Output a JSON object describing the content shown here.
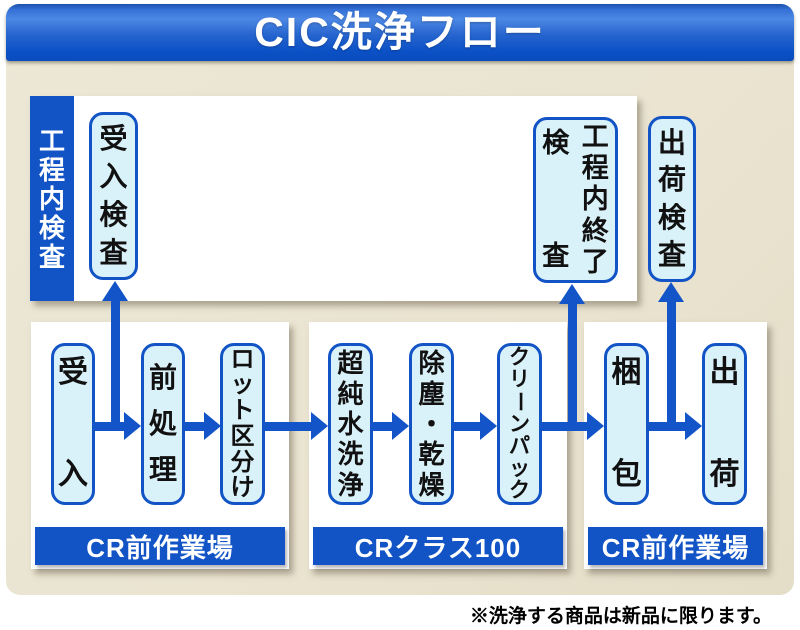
{
  "page": {
    "title": "CIC洗浄フロー",
    "footnote": "※洗浄する商品は新品に限ります。",
    "colors": {
      "accent_blue": "#1254c6",
      "banner_blue_dark": "#0a4ec0",
      "banner_blue_light": "#4d88e4",
      "pill_fill": "#d9f1f8",
      "background_beige": "#eae4d1"
    }
  },
  "inspection_lane": {
    "side_label": "工程内検査",
    "incoming_inspection": "受入検査",
    "inprocess_final_inspection_main": "工程内終了",
    "inprocess_final_inspection_sub": "検査",
    "shipping_inspection": "出荷検査"
  },
  "process_groups": [
    {
      "name": "CR前作業場",
      "steps": [
        "受入",
        "前処理",
        "ロット区分け"
      ]
    },
    {
      "name": "CRクラス100",
      "steps": [
        "超純水洗浄",
        "除塵・乾燥",
        "クリーンパック"
      ]
    },
    {
      "name": "CR前作業場",
      "steps": [
        "梱包",
        "出荷"
      ]
    }
  ]
}
